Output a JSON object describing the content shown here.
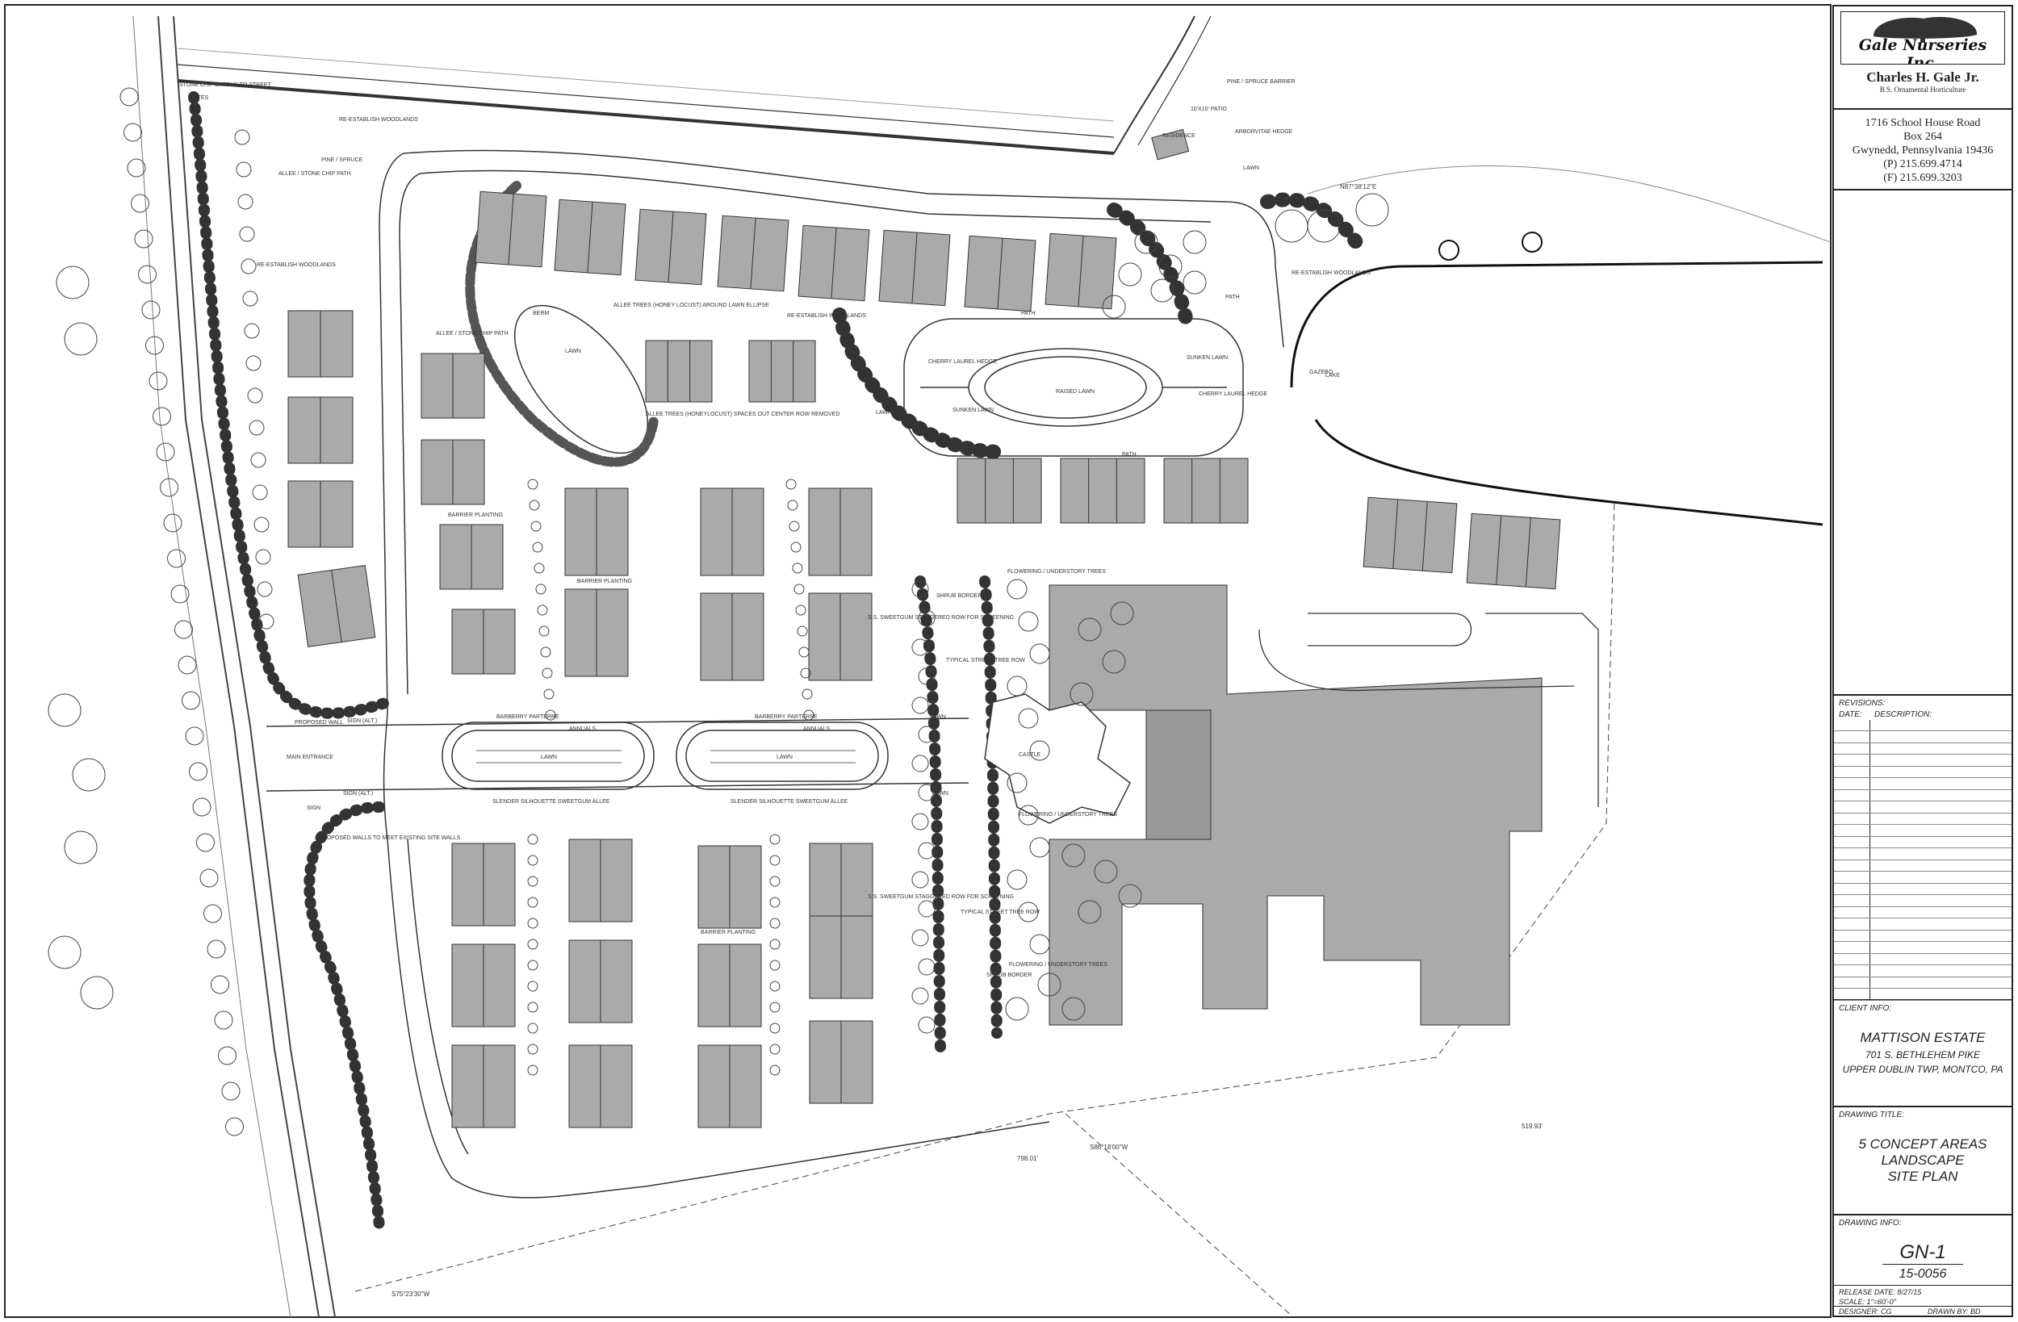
{
  "plan": {
    "labels": {
      "stone_chip": "STONE CHIP EXTEND TO STREET",
      "gates": "GATES",
      "reestablish_top": "RE-ESTABLISH WOODLANDS",
      "allee_stone_path": "ALLEE / STONE CHIP PATH",
      "pine_spruce_w": "PINE / SPRUCE",
      "reestablish_w": "RE-ESTABLISH WOODLANDS",
      "berm": "BERM",
      "allee_honey": "ALLEE TREES (HONEY LOCUST) AROUND LAWN ELLIPSE",
      "lawn": "LAWN",
      "allee_stone2": "ALLEE / STONE CHIP PATH",
      "allee_honey2": "ALLEE TREES (HONEYLOCUST) SPACES OUT CENTER ROW REMOVED",
      "reestablish_c": "RE-ESTABLISH WOODLANDS",
      "barrier_planting": "BARRIER PLANTING",
      "barberry_parterre": "BARBERRY PARTERRE",
      "annuals": "ANNUALS",
      "slender_allee": "SLENDER SILHOUETTE SWEETGUM ALLEE",
      "main_entrance": "MAIN ENTRANCE",
      "proposed_wall": "PROPOSED WALL",
      "sign_alt": "SIGN (ALT.)",
      "sign": "SIGN",
      "proposed_walls": "PROPOSED WALLS TO MEET EXISTING SITE WALLS",
      "ss_sweetgum": "S.S. SWEETGUM STAGGERED ROW FOR SCREENING",
      "shrub_border": "SHRUB BORDER",
      "typical_tree_row": "TYPICAL STREET TREE ROW",
      "flowering": "FLOWERING / UNDERSTORY TREES",
      "castle": "CASTLE",
      "cherry_laurel": "CHERRY LAUREL HEDGE",
      "raised_lawn": "RAISED LAWN",
      "sunken_lawn": "SUNKEN LAWN",
      "path": "PATH",
      "gazebo": "GAZEBO",
      "lake": "LAKE",
      "residence": "RESIDENCE",
      "patio": "10'X10' PATIO",
      "arborvitae": "ARBORVITAE HEDGE",
      "pine_spruce_barrier": "PINE / SPRUCE BARRIER",
      "bearing_top": "N87°38'12\"E",
      "bearing_s1": "S86°18'00\"W",
      "bearing_s2": "S75°23'30\"W",
      "dist_798": "798.01'",
      "dist_519": "519.93'"
    }
  },
  "title_block": {
    "company": "Gale Nurseries Inc.",
    "owner": "Charles H. Gale Jr.",
    "owner_sub": "B.S. Ornamental Horticulture",
    "address_lines": [
      "1716 School House Road",
      "Box 264",
      "Gwynedd, Pennsylvania 19436",
      "(P) 215.699.4714",
      "(F) 215.699.3203"
    ],
    "revisions_label": "REVISIONS:",
    "rev_date": "DATE:",
    "rev_desc": "DESCRIPTION:",
    "client_label": "CLIENT INFO:",
    "client_name": "MATTISON ESTATE",
    "client_addr1": "701 S. BETHLEHEM PIKE",
    "client_addr2": "UPPER DUBLIN TWP, MONTCO, PA",
    "title_label": "DRAWING TITLE:",
    "title_lines": [
      "5 CONCEPT AREAS",
      "LANDSCAPE",
      "SITE PLAN"
    ],
    "info_label": "DRAWING INFO:",
    "sheet_no": "GN-1",
    "job_no": "15-0056",
    "release": "RELEASE DATE: 8/27/15",
    "scale": "SCALE: 1\"=60'-0\"",
    "designer": "DESIGNER: CG",
    "drawn_by": "DRAWN BY: BD"
  }
}
